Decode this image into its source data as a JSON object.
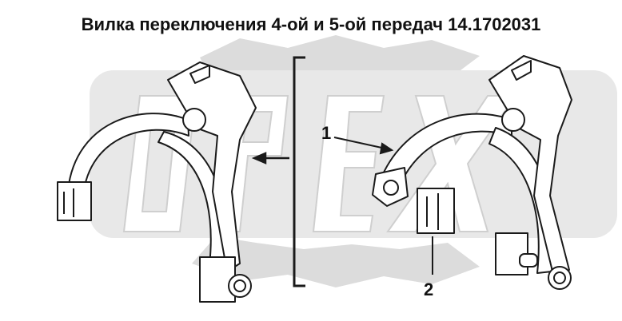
{
  "title": "Вилка переключения 4-ой и 5-ой передач 14.1702031",
  "callouts": {
    "part_1": "1",
    "part_2": "2"
  },
  "colors": {
    "line": "#1a1a1a",
    "fill": "#ffffff",
    "watermark": "#d8d8d8"
  },
  "icons": {
    "watermark": "opex-gear-logo-watermark",
    "arrow": "direction-arrow"
  }
}
